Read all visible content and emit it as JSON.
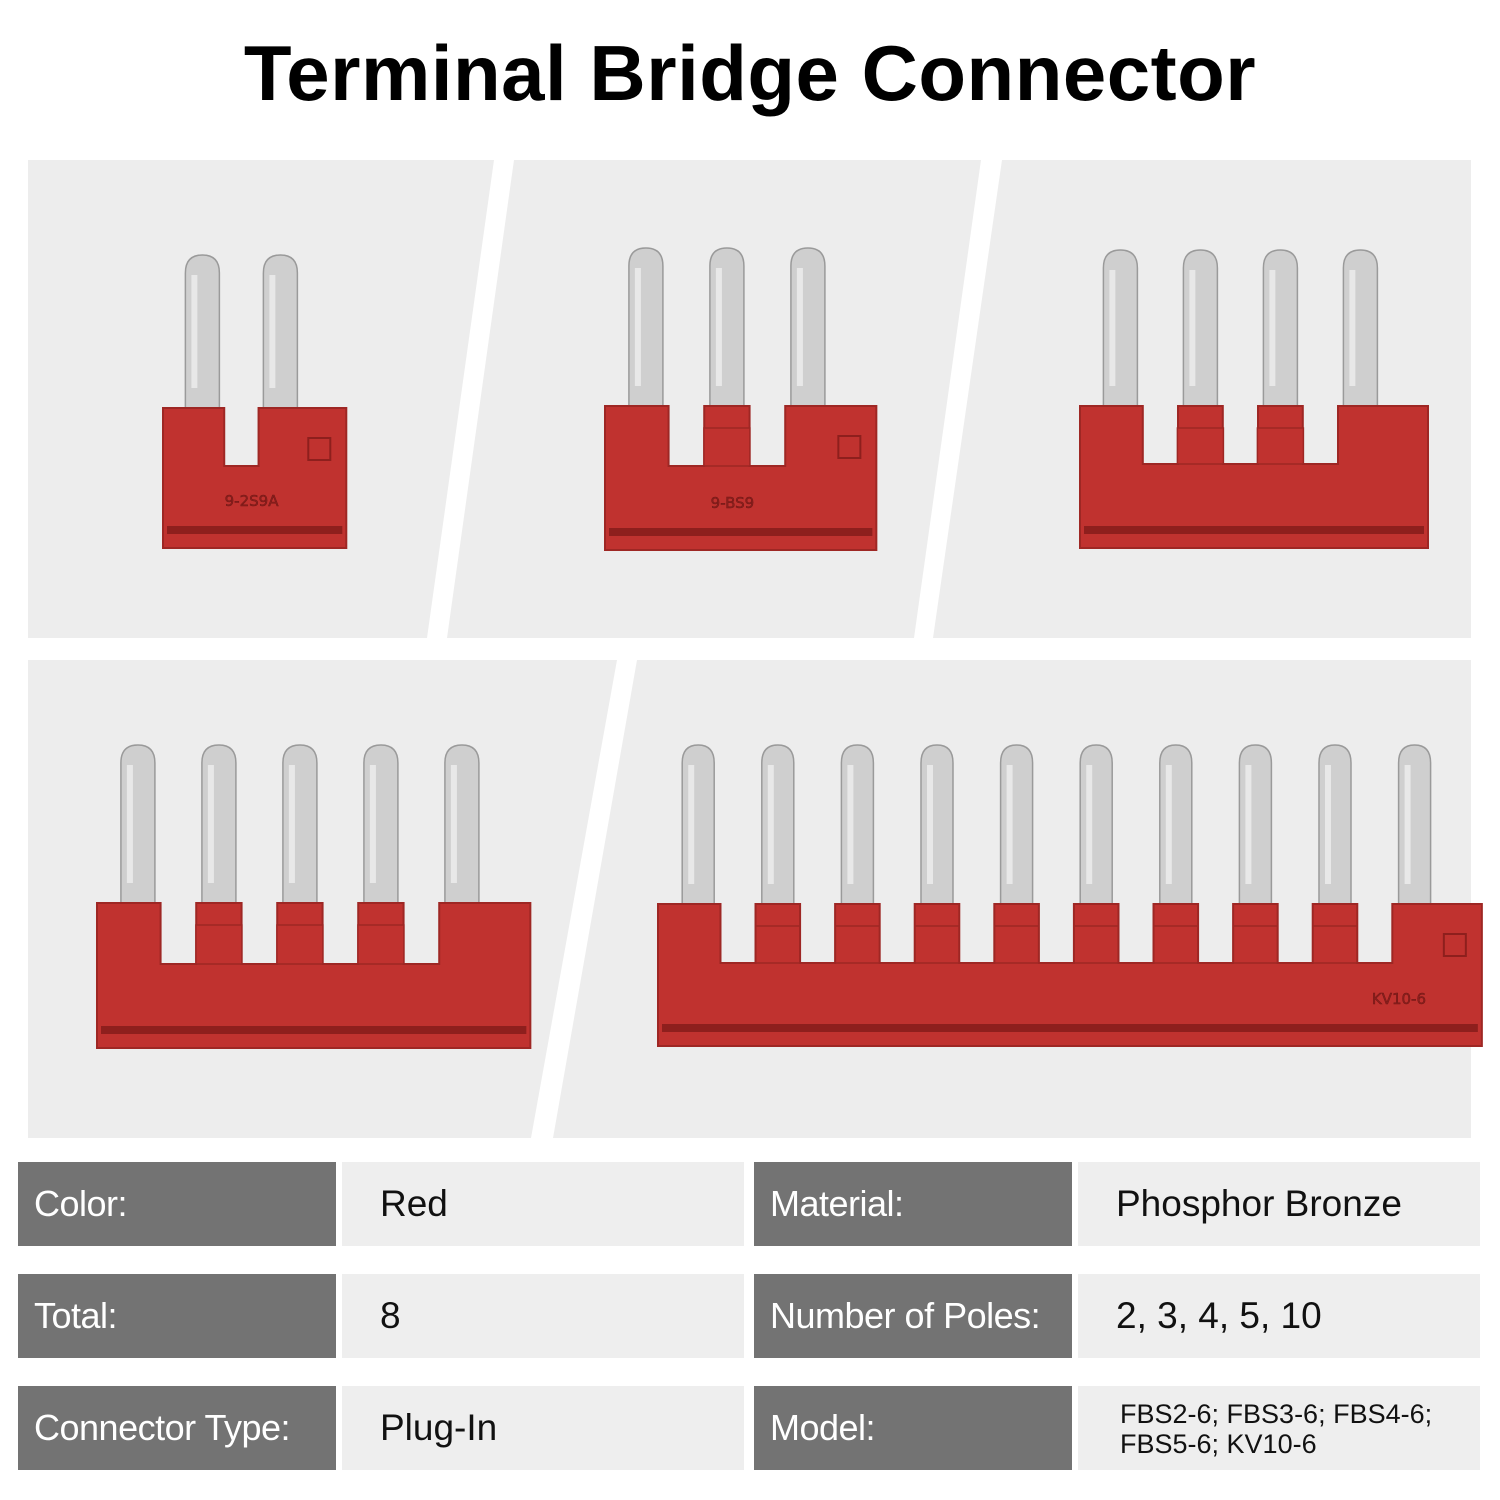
{
  "title": "Terminal Bridge Connector",
  "colors": {
    "panel_bg": "#ededed",
    "connector_red": "#c0322f",
    "pin_silver": "#cfcfcf",
    "label_bg": "#737373",
    "value_bg": "#eeeeee"
  },
  "products": [
    {
      "poles": 2,
      "marking": "9-2S9A"
    },
    {
      "poles": 3,
      "marking": "9-BS9"
    },
    {
      "poles": 4,
      "marking": ""
    },
    {
      "poles": 5,
      "marking": ""
    },
    {
      "poles": 10,
      "marking": "KV10-6"
    }
  ],
  "specs": [
    {
      "label": "Color:",
      "value": "Red",
      "label2": "Material:",
      "value2": "Phosphor Bronze"
    },
    {
      "label": "Total:",
      "value": "8",
      "label2": "Number of Poles:",
      "value2": "2, 3, 4, 5, 10"
    },
    {
      "label": "Connector Type:",
      "value": "Plug-In",
      "label2": "Model:",
      "value2": "FBS2-6; FBS3-6; FBS4-6; FBS5-6; KV10-6"
    }
  ]
}
